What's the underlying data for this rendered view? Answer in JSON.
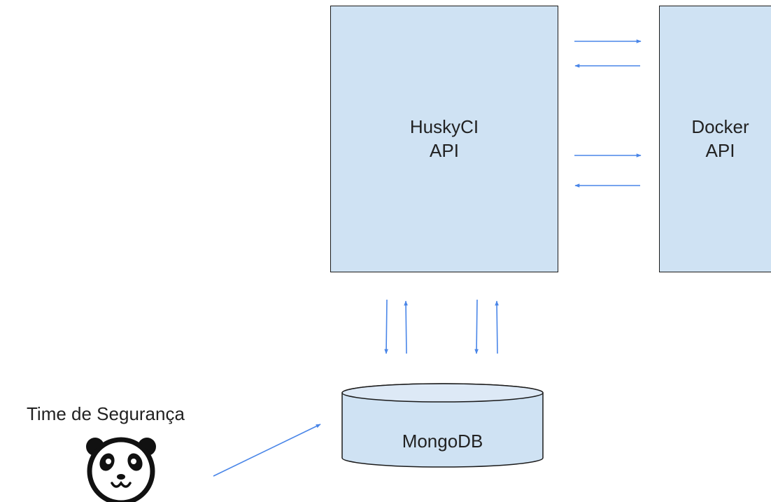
{
  "diagram": {
    "huskyci": {
      "line1": "HuskyCI",
      "line2": "API"
    },
    "docker": {
      "line1": "Docker",
      "line2": "API"
    },
    "mongodb": {
      "label": "MongoDB"
    },
    "team": {
      "label": "Time de Segurança",
      "icon": "panda-icon"
    },
    "colors": {
      "box_fill": "#cfe2f3",
      "box_stroke": "#1a1a1a",
      "arrow": "#4a86e8",
      "text": "#222222"
    }
  }
}
